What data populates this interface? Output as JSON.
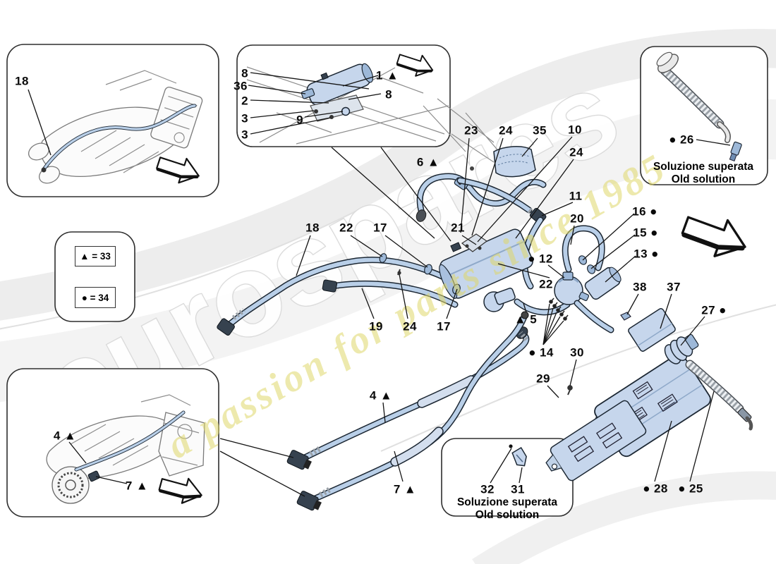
{
  "diagram": {
    "watermark": {
      "brand": "eurospares",
      "tagline": "a passion for parts since 1985",
      "brand_color": "#f5f5f5",
      "tagline_color": "#dfd769"
    },
    "colors": {
      "hose_fill": "#b9cfe8",
      "part_fill": "#c6d6ec",
      "outline": "#1c2733",
      "box_border": "#2e2e2e"
    },
    "legend": {
      "items": [
        {
          "label": "▲ = 33"
        },
        {
          "label": "● = 34"
        }
      ]
    },
    "insets": {
      "top_left": {
        "callouts": [
          {
            "label": "18"
          }
        ]
      },
      "top_middle": {
        "callouts": [
          {
            "label": "8"
          },
          {
            "label": "36"
          },
          {
            "label": "2"
          },
          {
            "label": "3"
          },
          {
            "label": "3"
          },
          {
            "label": "9"
          },
          {
            "label": "1 ▲"
          },
          {
            "label": "8"
          }
        ]
      },
      "old_solution_filler": {
        "callouts": [
          {
            "label": "● 26"
          }
        ],
        "caption": {
          "line1": "Soluzione superata",
          "line2": "Old solution"
        }
      },
      "bottom_left": {
        "callouts": [
          {
            "label": "4 ▲"
          },
          {
            "label": "7 ▲"
          }
        ]
      },
      "old_solution_bracket": {
        "callouts": [
          {
            "label": "32"
          },
          {
            "label": "31"
          }
        ],
        "caption": {
          "line1": "Soluzione superata",
          "line2": "Old solution"
        }
      }
    },
    "main": {
      "callouts": [
        {
          "label": "23"
        },
        {
          "label": "24"
        },
        {
          "label": "35"
        },
        {
          "label": "10"
        },
        {
          "label": "24"
        },
        {
          "label": "11"
        },
        {
          "label": "20"
        },
        {
          "label": "6 ▲"
        },
        {
          "label": "16 ●"
        },
        {
          "label": "15 ●"
        },
        {
          "label": "13 ●"
        },
        {
          "label": "18"
        },
        {
          "label": "22"
        },
        {
          "label": "17"
        },
        {
          "label": "21"
        },
        {
          "label": "● 12"
        },
        {
          "label": "22"
        },
        {
          "label": "38"
        },
        {
          "label": "37"
        },
        {
          "label": "27 ●"
        },
        {
          "label": "▲ 5"
        },
        {
          "label": "19"
        },
        {
          "label": "24"
        },
        {
          "label": "17"
        },
        {
          "label": "● 14"
        },
        {
          "label": "30"
        },
        {
          "label": "29"
        },
        {
          "label": "4 ▲"
        },
        {
          "label": "7 ▲"
        },
        {
          "label": "● 28"
        },
        {
          "label": "● 25"
        }
      ]
    }
  }
}
